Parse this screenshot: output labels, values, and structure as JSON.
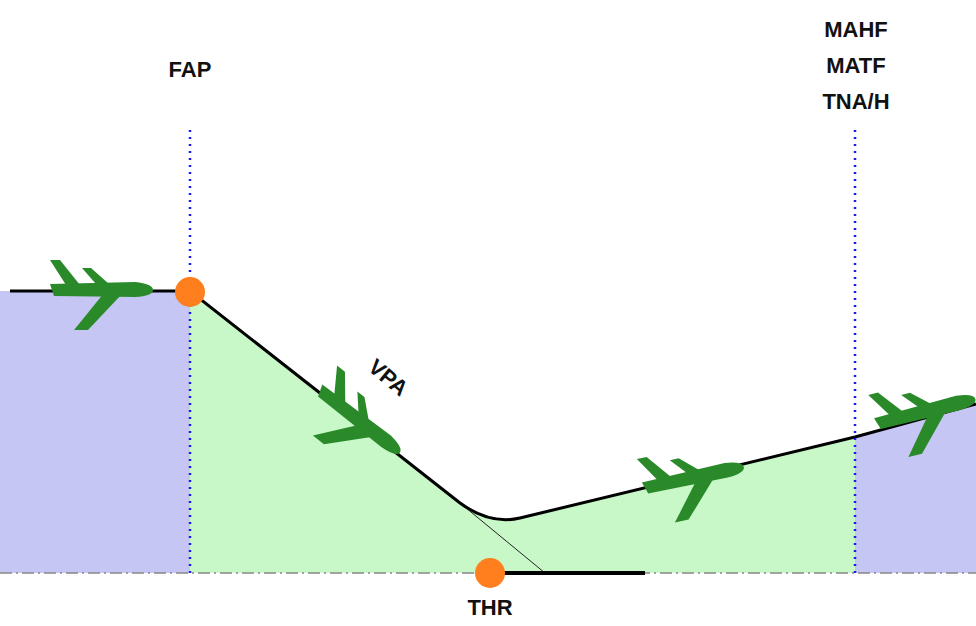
{
  "diagram": {
    "labels": [
      "FAP",
      "MAHF",
      "MATF",
      "TNA/H",
      "VPA",
      "THR"
    ]
  }
}
